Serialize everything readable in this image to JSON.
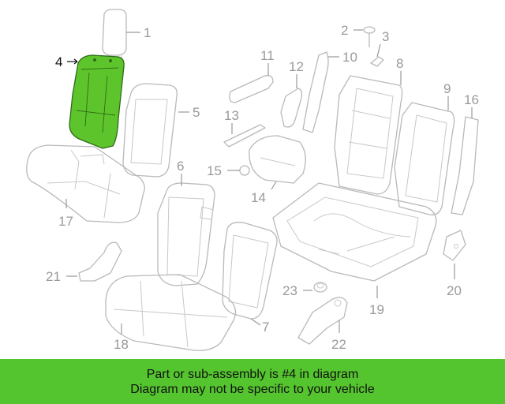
{
  "diagram": {
    "highlight_color": "#5dc52b",
    "callouts": {
      "c1": "1",
      "c2": "2",
      "c3": "3",
      "c4": "4",
      "c5": "5",
      "c6": "6",
      "c7": "7",
      "c8": "8",
      "c9": "9",
      "c10": "10",
      "c11": "11",
      "c12": "12",
      "c13": "13",
      "c14": "14",
      "c15": "15",
      "c16": "16",
      "c17": "17",
      "c18": "18",
      "c19": "19",
      "c20": "20",
      "c21": "21",
      "c22": "22",
      "c23": "23"
    }
  },
  "banner": {
    "line1": "Part or sub-assembly is #4 in diagram",
    "line2": "Diagram may not be specific to your vehicle",
    "color": "#55c52f"
  }
}
